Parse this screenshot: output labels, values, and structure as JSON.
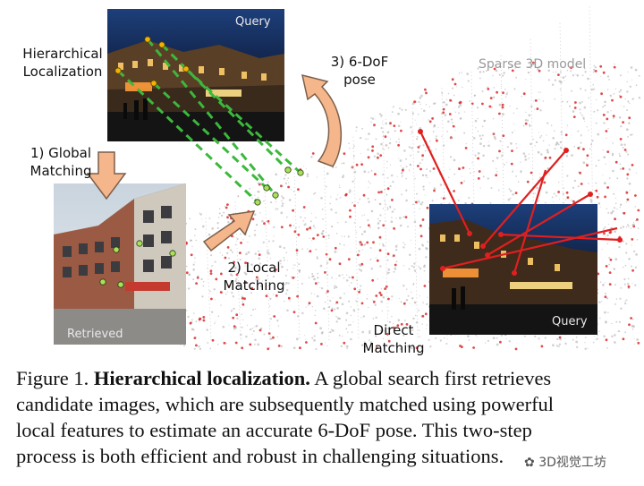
{
  "figure": {
    "labels": {
      "hierarchical_localization": [
        "Hierarchical",
        "Localization"
      ],
      "global_matching": [
        "1) Global",
        "Matching"
      ],
      "local_matching": [
        "2) Local",
        "Matching"
      ],
      "six_dof_pose": [
        "3) 6-DoF",
        "pose"
      ],
      "sparse_model": "Sparse 3D model",
      "direct_matching": [
        "Direct",
        "Matching"
      ]
    },
    "photo_tags": {
      "query_top": "Query",
      "retrieved": "Retrieved",
      "query_right": "Query"
    }
  },
  "caption": {
    "figure_number": "Figure 1.",
    "bold_title": "Hierarchical localization.",
    "lines": [
      " A global search first retrieves",
      "candidate images, which are subsequently matched using powerful",
      "local features to estimate an accurate 6-DoF pose.  This two-step",
      "process is both efficient and robust in challenging situations."
    ]
  },
  "watermark": "3D视觉工坊",
  "colors": {
    "arrow_fill": "#f4b68a",
    "arrow_stroke": "#7b5f4b",
    "match_line": "#3cb83c",
    "direct_line": "#e01f1f",
    "point_red": "#d92b2b",
    "point_gray": "#a9a9a9"
  }
}
